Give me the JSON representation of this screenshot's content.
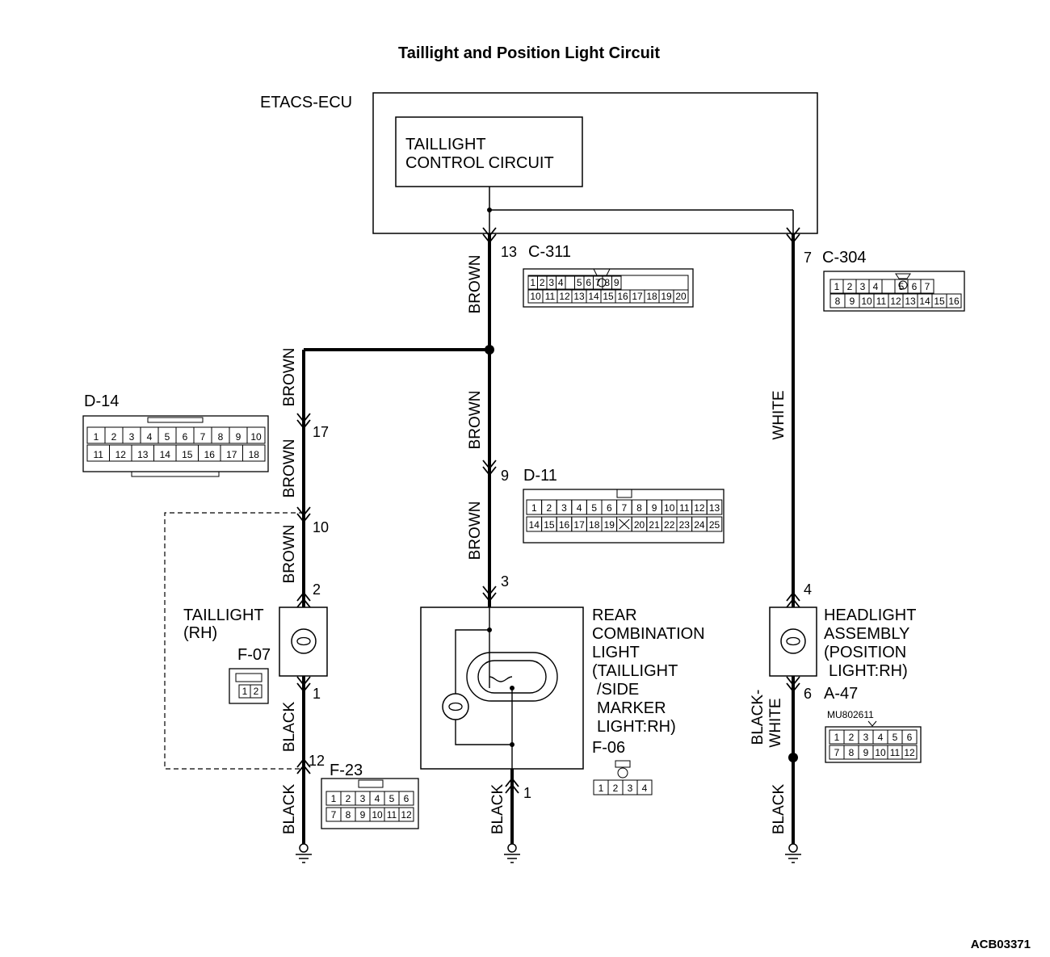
{
  "title": "Taillight and Position Light Circuit",
  "ecu": {
    "label": "ETACS-ECU",
    "circuit_line1": "TAILLIGHT",
    "circuit_line2": "CONTROL CIRCUIT"
  },
  "wires": {
    "brown": "BROWN",
    "white": "WHITE",
    "black": "BLACK",
    "black_white_1": "BLACK-",
    "black_white_2": "WHITE"
  },
  "pins": {
    "p13": "13",
    "p7": "7",
    "p17": "17",
    "p9": "9",
    "p10": "10",
    "p2": "2",
    "p3": "3",
    "p4": "4",
    "p1a": "1",
    "p6": "6",
    "p12": "12",
    "p1b": "1"
  },
  "connectors": {
    "c311": {
      "id": "C-311",
      "row1": [
        "1",
        "2",
        "3",
        "4",
        "",
        "5",
        "6",
        "7",
        "8",
        "9"
      ],
      "row2": [
        "10",
        "11",
        "12",
        "13",
        "14",
        "15",
        "16",
        "17",
        "18",
        "19",
        "20"
      ]
    },
    "c304": {
      "id": "C-304",
      "row1": [
        "1",
        "2",
        "3",
        "4",
        "",
        "5",
        "6",
        "7"
      ],
      "row2": [
        "8",
        "9",
        "10",
        "11",
        "12",
        "13",
        "14",
        "15",
        "16"
      ]
    },
    "d14": {
      "id": "D-14",
      "row1": [
        "1",
        "2",
        "3",
        "4",
        "5",
        "6",
        "7",
        "8",
        "9",
        "10"
      ],
      "row2": [
        "11",
        "12",
        "13",
        "14",
        "15",
        "16",
        "17",
        "18"
      ]
    },
    "d11": {
      "id": "D-11",
      "row1": [
        "1",
        "2",
        "3",
        "4",
        "5",
        "6",
        "7",
        "8",
        "9",
        "10",
        "11",
        "12",
        "13"
      ],
      "row2": [
        "14",
        "15",
        "16",
        "17",
        "18",
        "19",
        "",
        "20",
        "21",
        "22",
        "23",
        "24",
        "25"
      ]
    },
    "f07": {
      "id": "F-07",
      "row1": [
        "1",
        "2"
      ]
    },
    "f23": {
      "id": "F-23",
      "row1": [
        "1",
        "2",
        "3",
        "4",
        "5",
        "6"
      ],
      "row2": [
        "7",
        "8",
        "9",
        "10",
        "11",
        "12"
      ]
    },
    "f06": {
      "id": "F-06",
      "row1": [
        "1",
        "2",
        "3",
        "4"
      ]
    },
    "a47": {
      "id": "A-47",
      "part": "MU802611",
      "row1": [
        "1",
        "2",
        "3",
        "4",
        "5",
        "6"
      ],
      "row2": [
        "7",
        "8",
        "9",
        "10",
        "11",
        "12"
      ]
    }
  },
  "components": {
    "taillight": {
      "line1": "TAILLIGHT",
      "line2": "(RH)"
    },
    "rear": {
      "line1": "REAR",
      "line2": "COMBINATION",
      "line3": "LIGHT",
      "line4": "(TAILLIGHT",
      "line5": "/SIDE",
      "line6": "MARKER",
      "line7": "LIGHT:RH)"
    },
    "headlight": {
      "line1": "HEADLIGHT",
      "line2": "ASSEMBLY",
      "line3": "(POSITION",
      "line4": "LIGHT:RH)"
    }
  },
  "doc_ref": "ACB03371"
}
